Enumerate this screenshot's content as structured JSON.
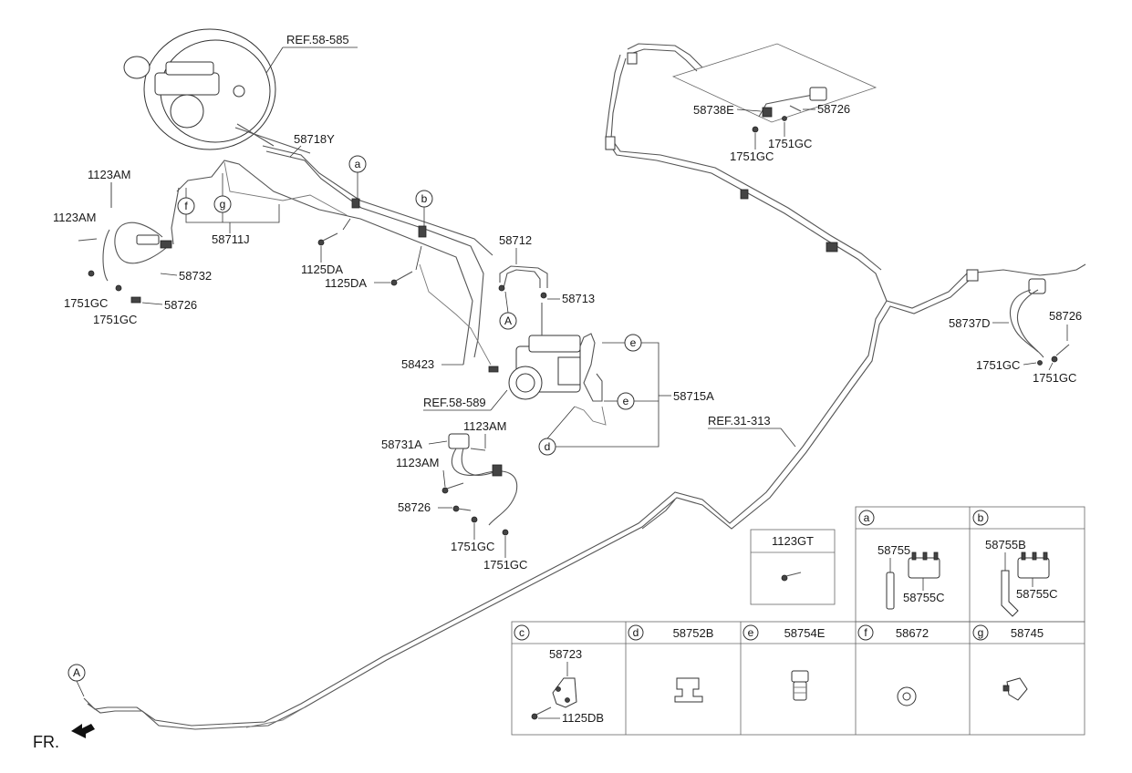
{
  "refs": {
    "ref_58_585": "REF.58-585",
    "ref_58_589": "REF.58-589",
    "ref_31_313": "REF.31-313"
  },
  "front_label": "FR.",
  "labels": {
    "p58718Y": "58718Y",
    "p1123AM_a": "1123AM",
    "p1123AM_b": "1123AM",
    "p58732": "58732",
    "p1751GC_a": "1751GC",
    "p1751GC_b": "1751GC",
    "p58726_a": "58726",
    "p58711J": "58711J",
    "p1125DA_a": "1125DA",
    "p1125DA_b": "1125DA",
    "p58712": "58712",
    "p58713": "58713",
    "p58423": "58423",
    "p58715A": "58715A",
    "p58731A": "58731A",
    "p1123AM_c": "1123AM",
    "p1123AM_d": "1123AM",
    "p58726_b": "58726",
    "p1751GC_c": "1751GC",
    "p1751GC_d": "1751GC",
    "p58738E": "58738E",
    "p58726_c": "58726",
    "p1751GC_e": "1751GC",
    "p1751GC_f": "1751GC",
    "p58737D": "58737D",
    "p58726_d": "58726",
    "p1751GC_g": "1751GC",
    "p1751GC_h": "1751GC"
  },
  "callouts": {
    "a": "a",
    "b": "b",
    "e1": "e",
    "e2": "e",
    "d": "d",
    "f": "f",
    "g": "g",
    "A1": "A",
    "A2": "A"
  },
  "legend": {
    "t1123GT": {
      "title": "1123GT"
    },
    "a": {
      "letter": "a",
      "part1": "58755",
      "part2": "58755C"
    },
    "b": {
      "letter": "b",
      "part1": "58755B",
      "part2": "58755C"
    },
    "c": {
      "letter": "c",
      "part1": "58723",
      "part2": "1125DB"
    },
    "d": {
      "letter": "d",
      "title": "58752B"
    },
    "e": {
      "letter": "e",
      "title": "58754E"
    },
    "f": {
      "letter": "f",
      "title": "58672"
    },
    "g": {
      "letter": "g",
      "title": "58745"
    }
  }
}
